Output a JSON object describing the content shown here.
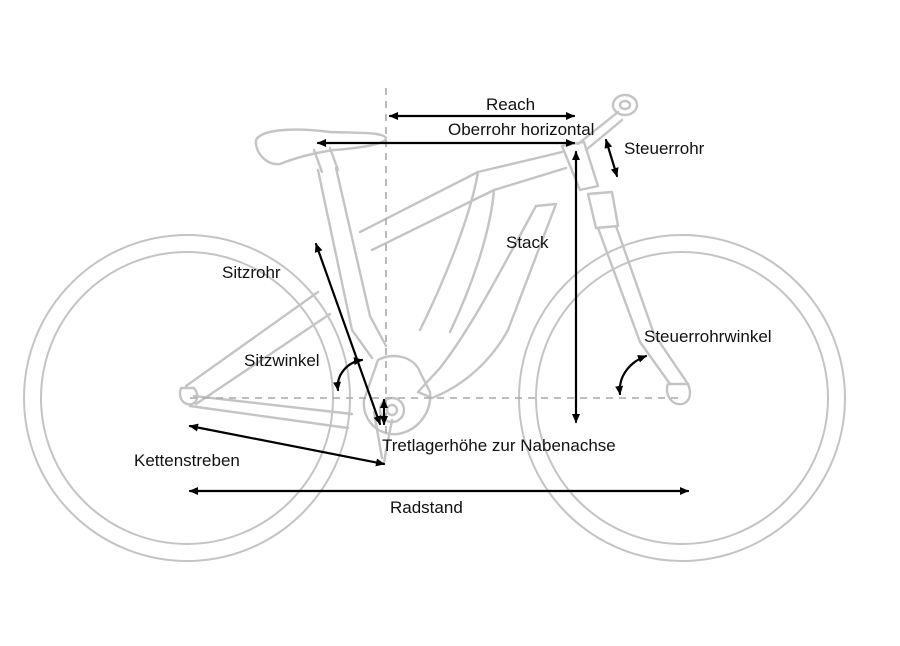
{
  "labels": {
    "reach": "Reach",
    "oberrohr": "Oberrohr horizontal",
    "steuerrohr": "Steuerrohr",
    "stack": "Stack",
    "sitzrohr": "Sitzrohr",
    "sitzwinkel": "Sitzwinkel",
    "steuerrohrwinkel": "Steuerrohrwinkel",
    "tretlager": "Tretlagerhöhe zur Nabenachse",
    "kettenstreben": "Kettenstreben",
    "radstand": "Radstand"
  },
  "colors": {
    "frame": "#c4c4c4",
    "reference_line": "#a9a9a9",
    "dimension": "#000000"
  }
}
